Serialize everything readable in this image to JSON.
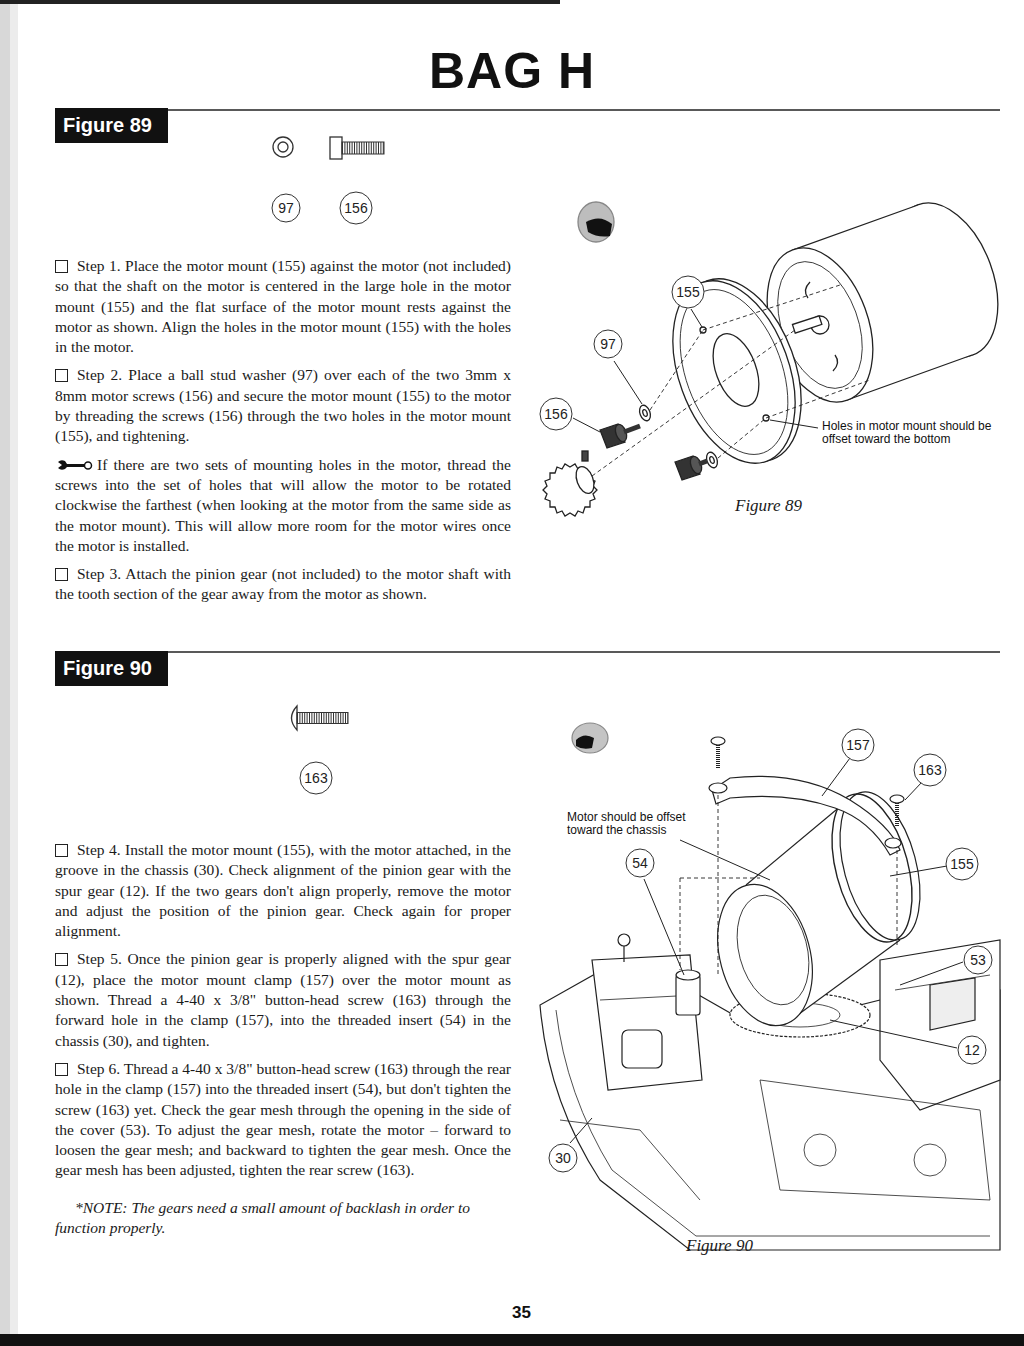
{
  "diagram": {
    "title": "BAG H",
    "nodes": [
      {
        "text": [
          "Figure 89"
        ]
      },
      {
        "text": [
          "97"
        ]
      },
      {
        "text": [
          "156"
        ]
      },
      {
        "text": [
          "155"
        ]
      },
      {
        "text": [
          "97"
        ]
      },
      {
        "text": [
          "156"
        ]
      },
      {
        "text": [
          "Figure 90"
        ]
      },
      {
        "text": [
          "163"
        ]
      },
      {
        "text": [
          "157"
        ]
      },
      {
        "text": [
          "163"
        ]
      },
      {
        "text": [
          "54"
        ]
      },
      {
        "text": [
          "155"
        ]
      },
      {
        "text": [
          "53"
        ]
      },
      {
        "text": [
          "12"
        ]
      },
      {
        "text": [
          "30"
        ]
      }
    ],
    "labels": [
      "Step 1. Place the motor mount (155) against the motor (not included) so that the shaft on the motor is centered in the large hole in the motor mount (155) and the flat surface of the motor mount rests against the motor as shown. Align the holes in the motor mount (155) with the holes in the motor.",
      "Step 2. Place a ball stud washer (97) over each of the two 3mm x 8mm motor screws (156) and secure the motor mount (155) to the motor by threading the screws (156) through the two holes in the motor mount (155), and tightening.",
      "If there are two sets of mounting holes in the motor, thread the screws into the set of holes that will allow the motor to be rotated clockwise the farthest (when looking at the motor from the same side as the motor mount). This will allow more room for the motor wires once the motor is installed.",
      "Step 3. Attach the pinion gear (not included) to the motor shaft with the tooth section of the gear away from the motor as shown.",
      "Holes in motor mount should be offset toward the bottom",
      "Figure 89",
      "Step 4. Install the motor mount (155), with the motor attached, in the groove in the chassis (30). Check alignment of the pinion gear with the spur gear (12). If the two gears don't align properly, remove the motor and adjust the position of the pinion gear. Check again for proper alignment.",
      "Step 5. Once the pinion gear is properly aligned with the spur gear (12), place the motor mount clamp (157) over the motor mount as shown. Thread a 4-40 x 3/8\" button-head screw (163) through the forward hole in the clamp (157), into the threaded insert (54) in the chassis (30), and tighten.",
      "Step 6. Thread a 4-40 x 3/8\" button-head screw (163) through the rear hole in the clamp (157) into the threaded insert (54), but don't tighten the screw (163) yet. Check the gear mesh through the opening in the side of the cover (53). To adjust the gear mesh, rotate the motor – forward to loosen the gear mesh; and backward to tighten the gear mesh. Once the gear mesh has been adjusted, tighten the rear screw (163).",
      "*NOTE: The gears need a small amount of backlash in order to function properly.",
      "Motor should be offset toward the chassis",
      "Figure 90",
      "35"
    ]
  }
}
